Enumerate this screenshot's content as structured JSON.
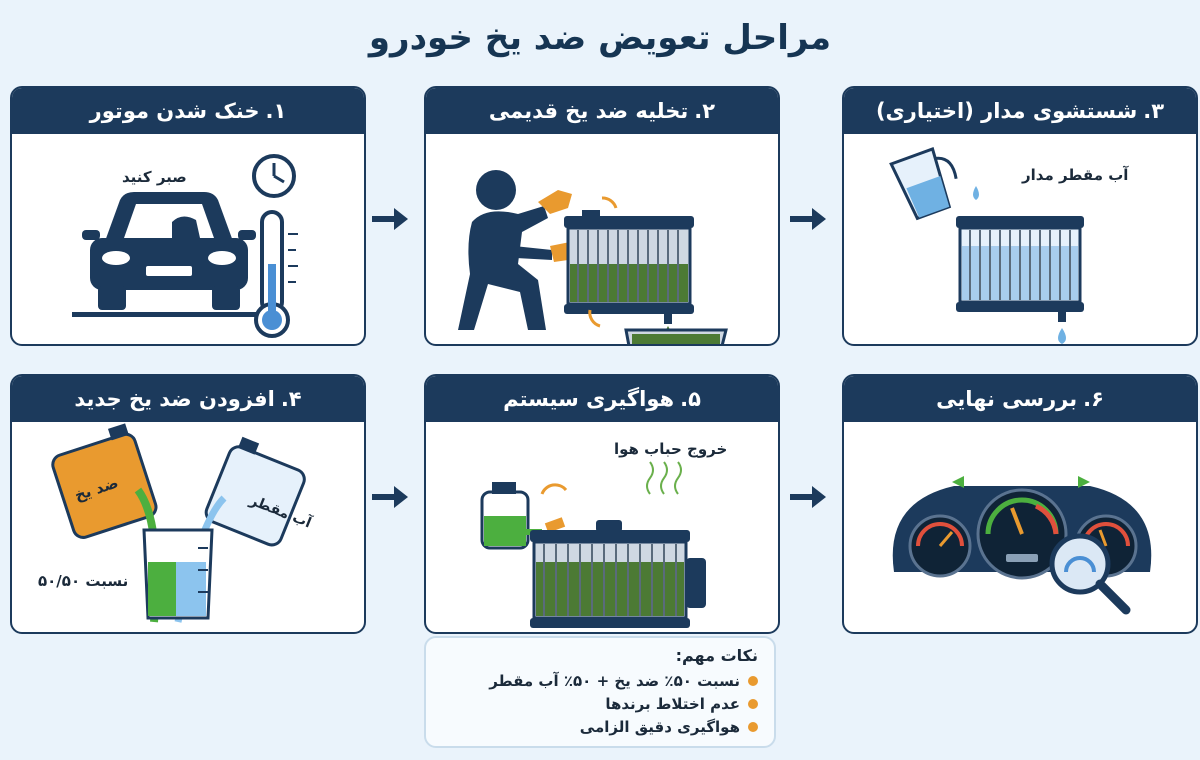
{
  "title": "مراحل تعویض ضد یخ خودرو",
  "steps": [
    {
      "num": "۱.",
      "title": "خنک شدن موتور",
      "labels": {
        "wait": "صبر کنید"
      }
    },
    {
      "num": "۲.",
      "title": "تخلیه ضد یخ قدیمی"
    },
    {
      "num": "۳.",
      "title": "شستشوی مدار (اختیاری)",
      "labels": {
        "water": "آب مقطر مدار"
      }
    },
    {
      "num": "۴.",
      "title": "افزودن ضد یخ جدید",
      "labels": {
        "coolant": "ضد یخ",
        "water": "آب مقطر",
        "ratio": "نسبت ۵۰/۵۰"
      }
    },
    {
      "num": "۵.",
      "title": "هواگیری سیستم",
      "labels": {
        "bubbles": "خروج حباب هوا"
      }
    },
    {
      "num": "۶.",
      "title": "بررسی نهایی"
    }
  ],
  "notes": {
    "title": "نکات مهم:",
    "items": [
      "نسبت ۵۰٪ ضد یخ + ۵۰٪ آب مقطر",
      "عدم اختلاط برندها",
      "هواگیری دقیق الزامی"
    ]
  },
  "colors": {
    "navy": "#1c3a5c",
    "accent_orange": "#e99a2f",
    "coolant_green": "#4caf3f",
    "water_blue": "#6fb1e3"
  },
  "icons": [
    "car-icon",
    "clock-icon",
    "thermometer-icon",
    "mechanic-icon",
    "radiator-icon",
    "drain-basin-icon",
    "pitcher-icon",
    "coolant-jug-icon",
    "water-jug-icon",
    "beaker-icon",
    "expansion-tank-icon",
    "dashboard-gauges-icon",
    "magnifier-icon",
    "arrow-right-icon"
  ]
}
